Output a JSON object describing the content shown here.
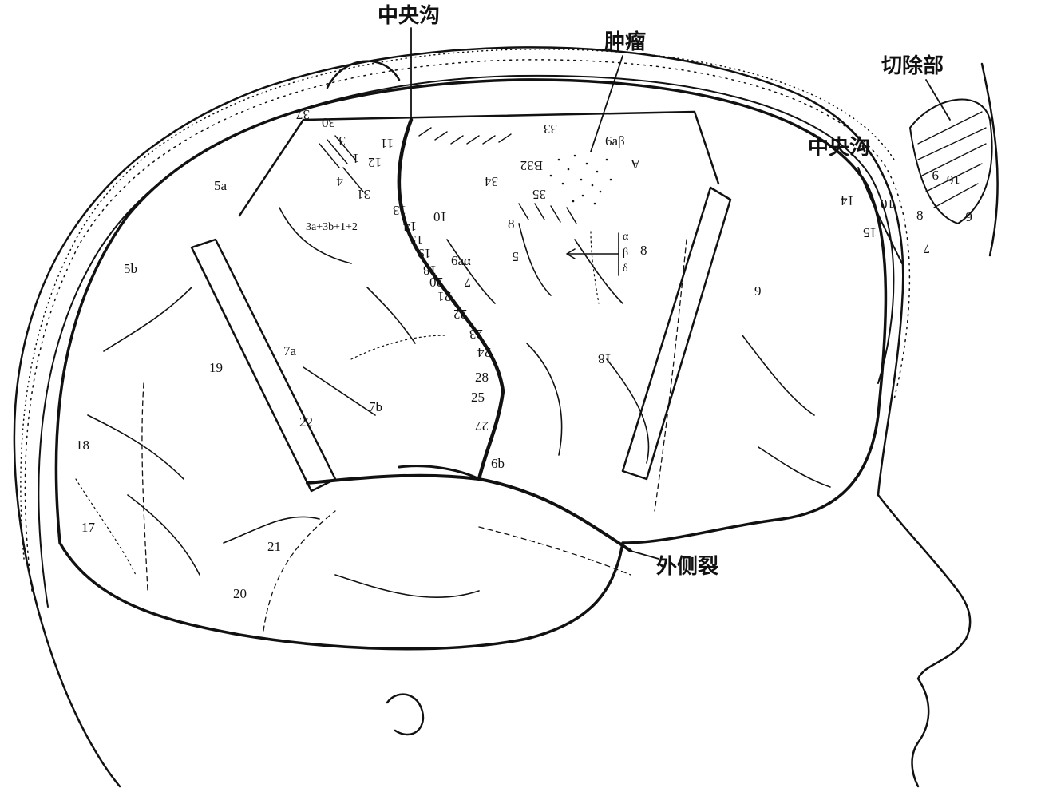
{
  "labels": {
    "central_sulcus": "中央沟",
    "tumor": "肿瘤",
    "resection_area": "切除部",
    "central_sulcus_inset": "中央沟",
    "lateral_fissure": "外侧裂"
  },
  "cortex_numbers": {
    "n5a": "5a",
    "n5b": "5b",
    "n7a": "7a",
    "n7b": "7b",
    "n9": "9",
    "n17": "17",
    "n18": "18",
    "n19": "19",
    "n20": "20",
    "n21": "21",
    "n22": "22",
    "n6b": "6b",
    "n8": "8",
    "n5": "5",
    "n3a": "3a+3b+1+2",
    "n6aa": "6aα",
    "n6ab": "6aβ",
    "nA": "A",
    "greek_a": "α",
    "greek_b": "β",
    "greek_d": "δ"
  },
  "stim_points": {
    "s37": "37",
    "s30": "30",
    "s3": "3",
    "s11": "11",
    "s1": "1",
    "s12": "12",
    "s4": "4",
    "s31": "31",
    "s13": "13",
    "s14": "14",
    "s10": "10",
    "s15": "15",
    "s19": "19",
    "s18": "18",
    "s7": "7",
    "s20": "20",
    "s21": "21",
    "s22": "22",
    "s23": "23",
    "s24": "24",
    "s28": "28",
    "s25": "25",
    "s27": "27",
    "s33": "33",
    "s32": "B32",
    "s34": "34",
    "s35": "35",
    "s8": "8",
    "s18b": "18",
    "i9": "9",
    "i16": "16",
    "i14": "14",
    "i10": "10",
    "i8": "8",
    "i6": "6",
    "i15": "15",
    "i7": "7"
  }
}
